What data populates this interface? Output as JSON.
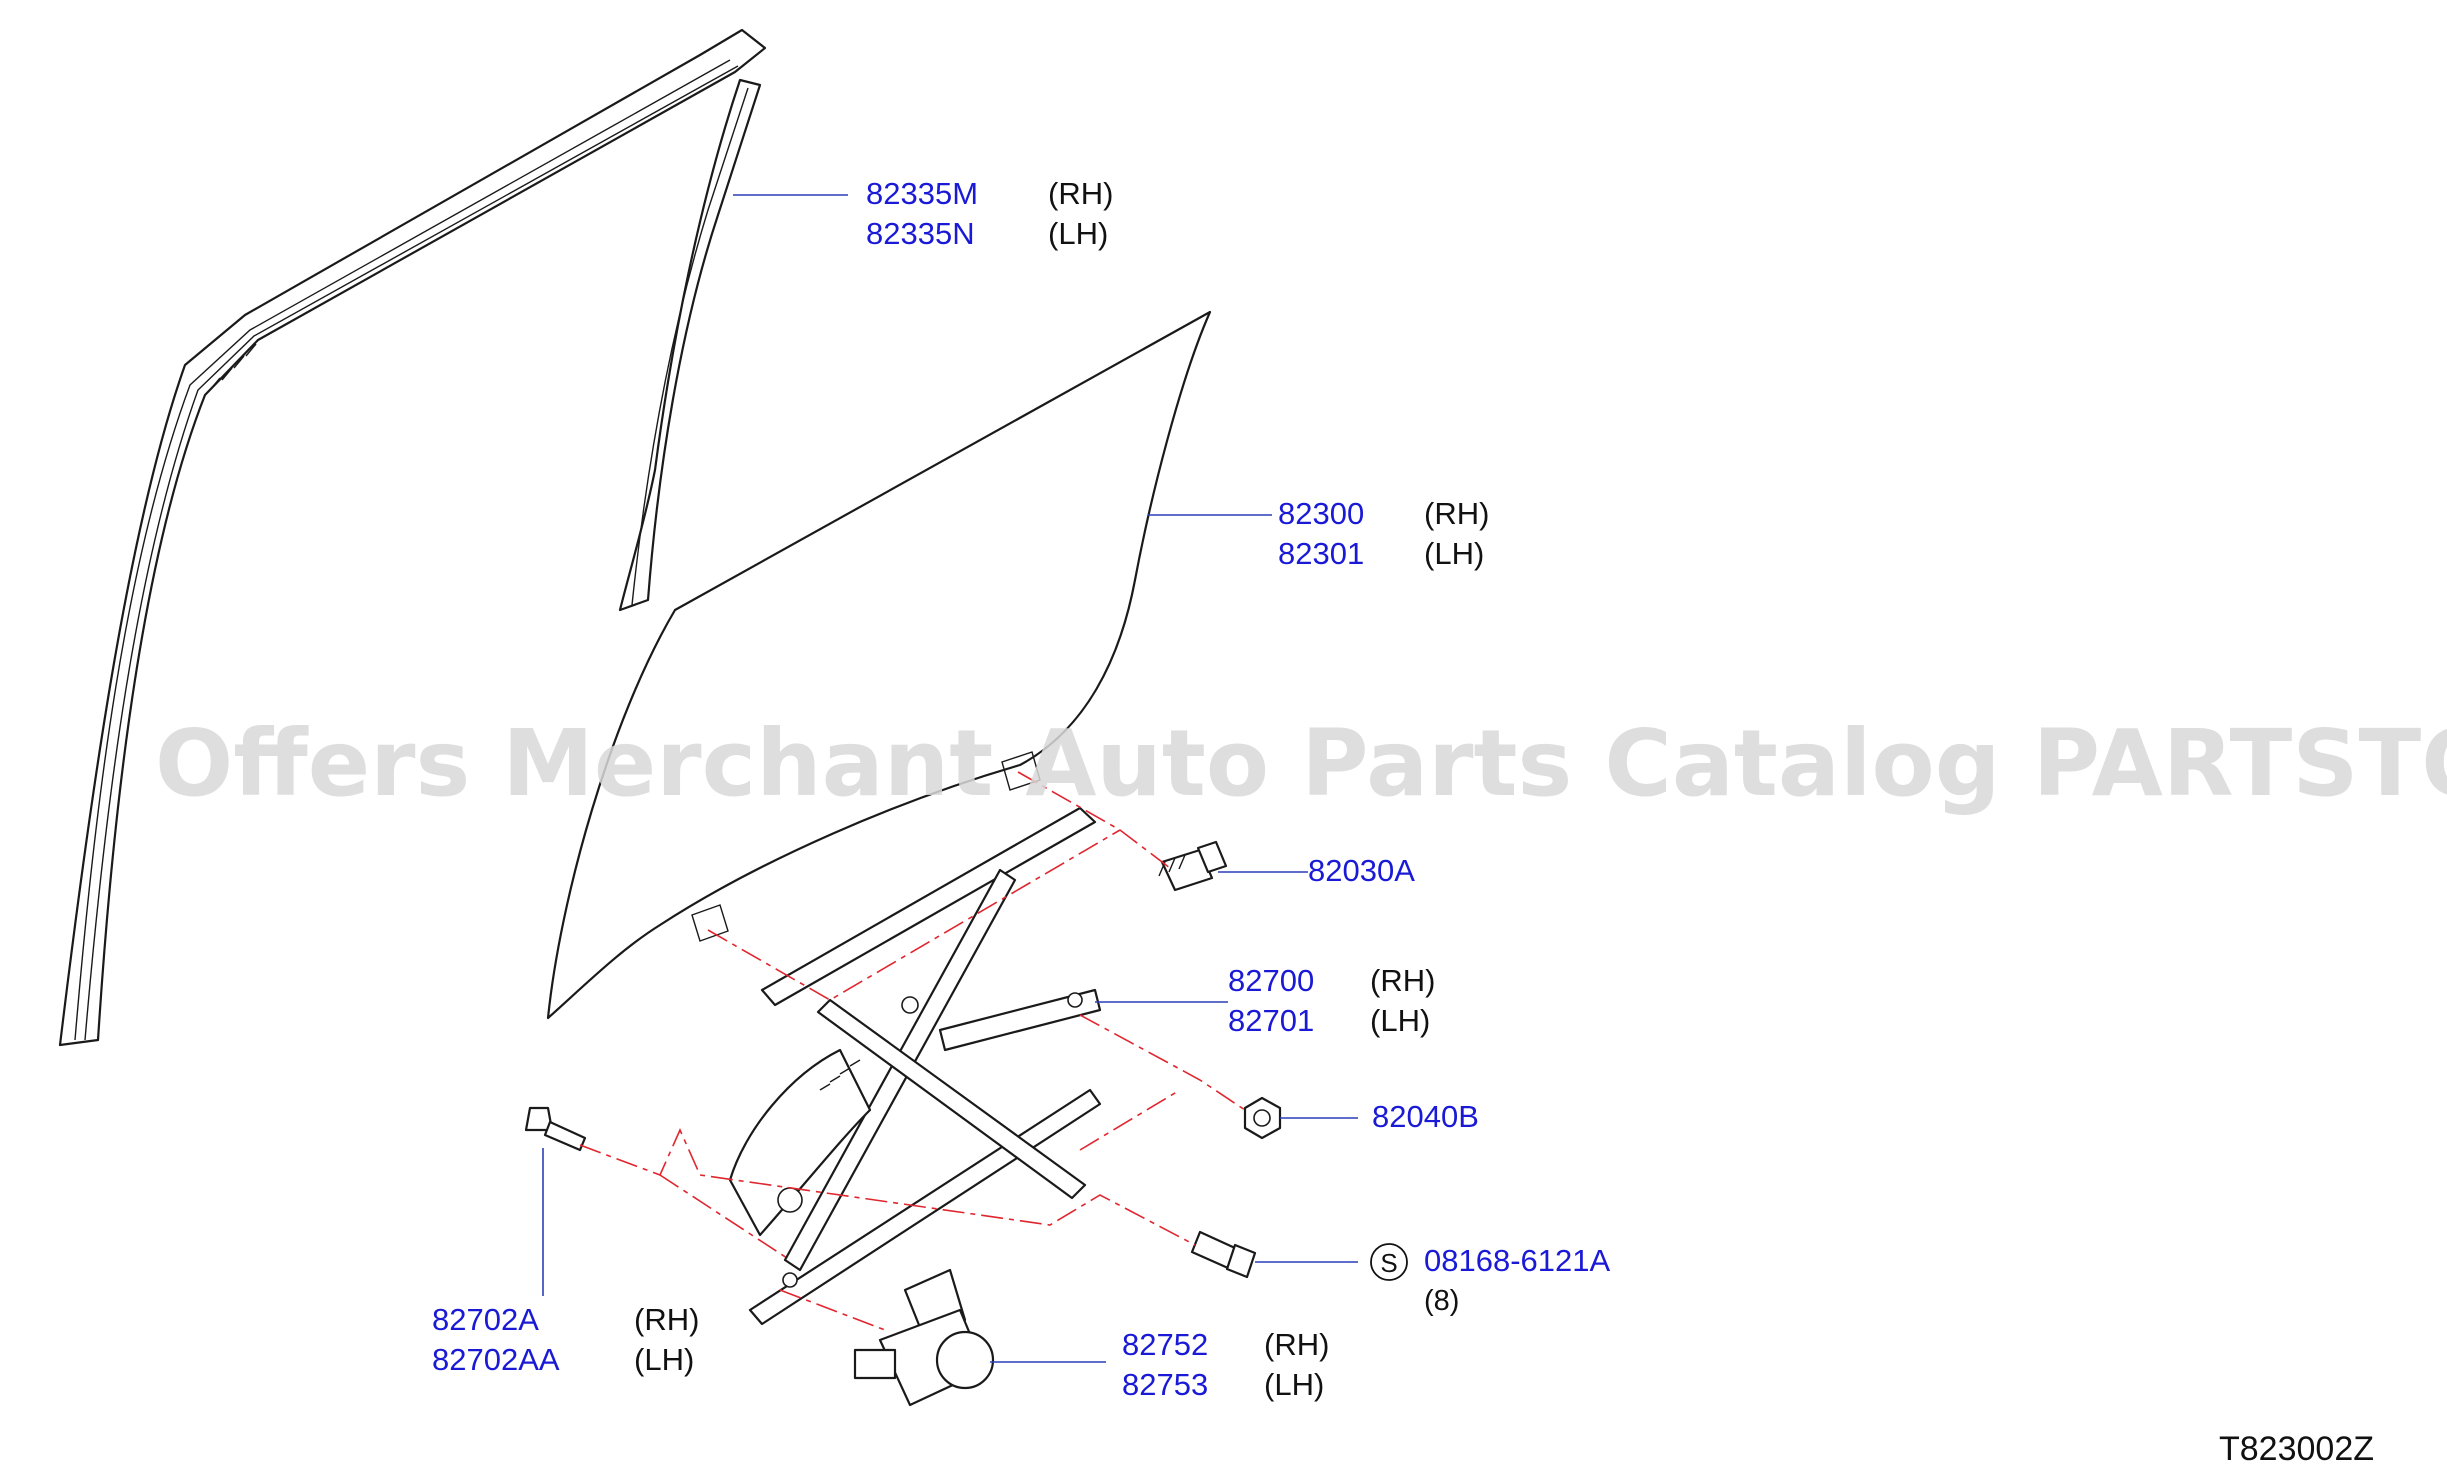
{
  "watermark": "Offers Merchant Auto Parts Catalog PARTSTORE.SA",
  "diagram_ref": "T823002Z",
  "callouts": [
    {
      "part": "82335M",
      "side": "(RH)"
    },
    {
      "part": "82335N",
      "side": "(LH)"
    },
    {
      "part": "82300",
      "side": "(RH)"
    },
    {
      "part": "82301",
      "side": "(LH)"
    },
    {
      "part": "82030A"
    },
    {
      "part": "82700",
      "side": "(RH)"
    },
    {
      "part": "82701",
      "side": "(LH)"
    },
    {
      "part": "82040B"
    },
    {
      "part": "08168-6121A",
      "marker": "S",
      "qty": "(8)"
    },
    {
      "part": "82702A",
      "side": "(RH)"
    },
    {
      "part": "82702AA",
      "side": "(LH)"
    },
    {
      "part": "82752",
      "side": "(RH)"
    },
    {
      "part": "82753",
      "side": "(LH)"
    }
  ],
  "colors": {
    "part_number": "#1a1ad6",
    "leader": "#2a3fb8",
    "phantom_line": "#e0262e"
  }
}
